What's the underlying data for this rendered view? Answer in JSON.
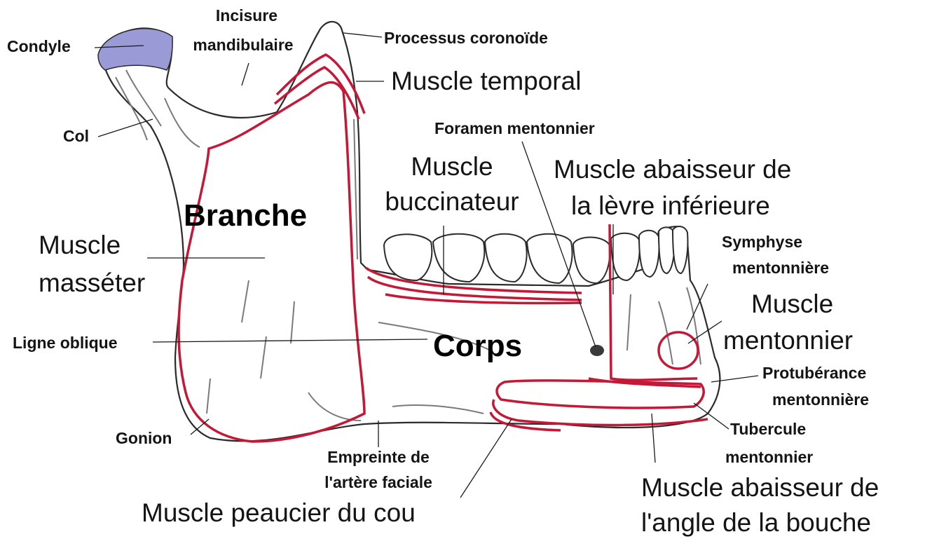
{
  "colors": {
    "bone_outline": "#2b2b2b",
    "bone_fill": "#ffffff",
    "shading": "#7a7a7a",
    "muscle": "#c41836",
    "condyle_cap": "#9a9ad6",
    "leader": "#1a1a1a",
    "text": "#141414"
  },
  "labels": {
    "condyle": "Condyle",
    "incisure_1": "Incisure",
    "incisure_2": "mandibulaire",
    "coronoid": "Processus coronoïde",
    "temporal": "Muscle temporal",
    "col": "Col",
    "foramen": "Foramen mentonnier",
    "buccinator_1": "Muscle",
    "buccinator_2": "buccinateur",
    "depressor_lower_1": "Muscle abaisseur de",
    "depressor_lower_2": "la  lèvre inférieure",
    "branche": "Branche",
    "masseter_1": "Muscle",
    "masseter_2": "masséter",
    "symphysis_1": "Symphyse",
    "symphysis_2": "mentonnière",
    "mentalis_1": "Muscle",
    "mentalis_2": "mentonnier",
    "oblique_line": "Ligne oblique",
    "corps": "Corps",
    "protuberance_1": "Protubérance",
    "protuberance_2": "mentonnière",
    "gonion": "Gonion",
    "tubercle_1": "Tubercule",
    "tubercle_2": "mentonnier",
    "facial_artery_1": "Empreinte de",
    "facial_artery_2": "l'artère faciale",
    "depressor_angle_1": "Muscle abaisseur de",
    "depressor_angle_2": "l'angle de la bouche",
    "platysma": "Muscle peaucier du cou"
  }
}
